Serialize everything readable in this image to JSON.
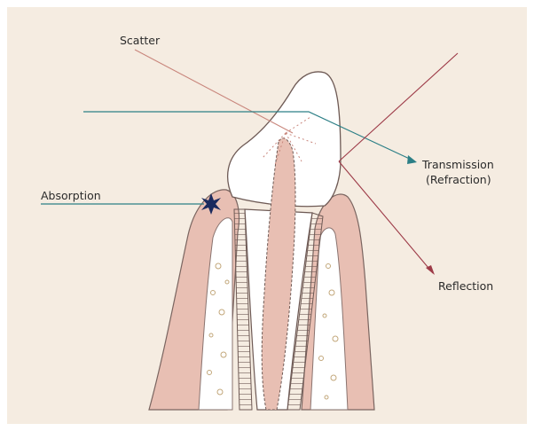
{
  "labels": {
    "scatter": "Scatter",
    "absorption": "Absorption",
    "transmission_line1": "Transmission",
    "transmission_line2": "(Refraction)",
    "reflection": "Reflection"
  },
  "colors": {
    "background": "#f5ece1",
    "gum": "#e8bfb3",
    "enamel": "#ffffff",
    "scatter_ray": "#c9877d",
    "transmission_ray": "#2c7f86",
    "reflection_ray": "#9d3a47",
    "absorption_star": "#1b2a5e",
    "outline": "#6e5a55"
  },
  "icons": {
    "absorption": "starburst-icon",
    "transmission_arrow": "arrowhead-icon",
    "reflection_arrow": "arrowhead-icon"
  }
}
